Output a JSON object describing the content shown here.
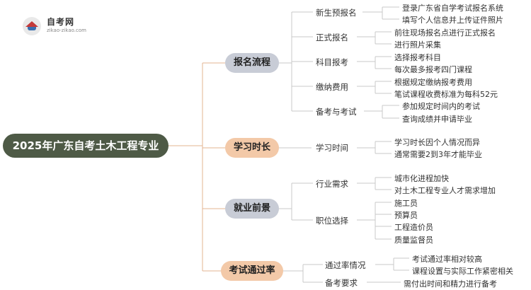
{
  "logo": {
    "title": "自考网",
    "url": "zikao-zikao.com"
  },
  "root": "2025年广东自考土木工程专业",
  "branches": [
    {
      "label": "报名流程",
      "color": "#c8ccd6",
      "children": [
        {
          "label": "新生预报名",
          "items": [
            "登录广东省自学考试报名系统",
            "填写个人信息并上传证件照片"
          ]
        },
        {
          "label": "正式报名",
          "items": [
            "前往现场报名点进行正式报名",
            "进行照片采集"
          ]
        },
        {
          "label": "科目报考",
          "items": [
            "选择报考科目",
            "每次最多报考四门课程"
          ]
        },
        {
          "label": "缴纳费用",
          "items": [
            "根据规定缴纳报考费用",
            "笔试课程收费标准为每科52元"
          ]
        },
        {
          "label": "备考与考试",
          "items": [
            "参加规定时间内的考试",
            "查询成绩并申请毕业"
          ]
        }
      ]
    },
    {
      "label": "学习时长",
      "color": "#f3c9a8",
      "children": [
        {
          "label": "学习时间",
          "items": [
            "学习时长因个人情况而异",
            "通常需要2到3年才能毕业"
          ]
        }
      ]
    },
    {
      "label": "就业前景",
      "color": "#c8ccd6",
      "children": [
        {
          "label": "行业需求",
          "items": [
            "城市化进程加快",
            "对土木工程专业人才需求增加"
          ]
        },
        {
          "label": "职位选择",
          "items": [
            "施工员",
            "预算员",
            "工程造价员",
            "质量监督员"
          ]
        }
      ]
    },
    {
      "label": "考试通过率",
      "color": "#f3c9a8",
      "children": [
        {
          "label": "通过率情况",
          "items": [
            "考试通过率相对较高",
            "课程设置与实际工作紧密相关"
          ]
        },
        {
          "label": "备考要求",
          "items": [
            "需付出时间和精力进行备考"
          ]
        }
      ]
    }
  ]
}
